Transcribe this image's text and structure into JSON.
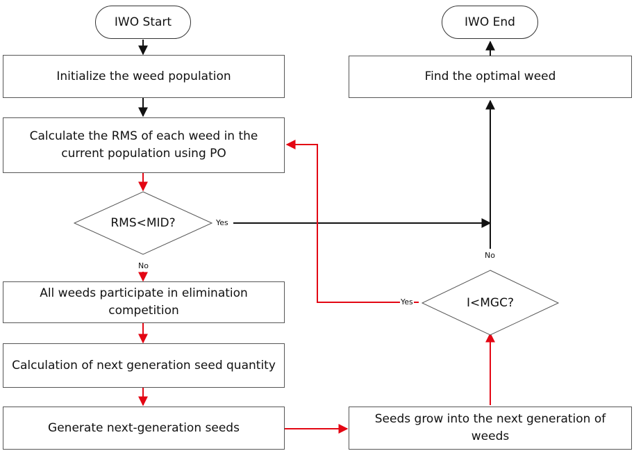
{
  "flowchart": {
    "start_label": "IWO Start",
    "end_label": "IWO End",
    "init_label": "Initialize the weed population",
    "calc_rms_label": "Calculate the RMS of each weed in the current population using PO",
    "decision_rms_label": "RMS<MID?",
    "elimination_label": "All weeds participate in elimination competition",
    "seed_quantity_label": "Calculation of next generation seed quantity",
    "generate_seeds_label": "Generate next-generation seeds",
    "seeds_grow_label": "Seeds grow into the next generation of weeds",
    "decision_mgc_label": "I<MGC?",
    "optimal_label": "Find the optimal weed",
    "edge_rms_yes": "Yes",
    "edge_rms_no": "No",
    "edge_mgc_yes": "Yes",
    "edge_mgc_no": "No"
  },
  "colors": {
    "main_flow": "#111111",
    "loop_flow": "#e30613"
  }
}
